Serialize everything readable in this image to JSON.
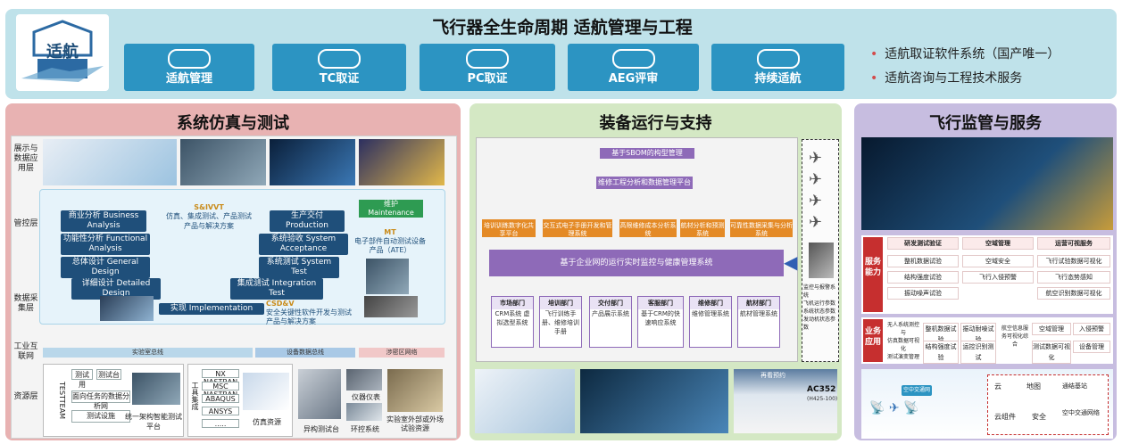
{
  "banner": {
    "title": "飞行器全生命周期 适航管理与工程",
    "logo_text": "适航",
    "tiles": [
      {
        "label": "适航管理"
      },
      {
        "label": "TC取证"
      },
      {
        "label": "PC取证"
      },
      {
        "label": "AEG评审"
      },
      {
        "label": "持续适航"
      }
    ],
    "bullets": [
      "适航取证软件系统（国产唯一）",
      "适航咨询与工程技术服务"
    ]
  },
  "panel_sim": {
    "title": "系统仿真与测试",
    "layers": [
      "展示与数据应用层",
      "管控层",
      "数据采集层",
      "工业互联网",
      "资源层"
    ],
    "steps": [
      "商业分析 Business Analysis",
      "功能性分析 Functional Analysis",
      "总体设计 General Design",
      "详细设计 Detailed Design",
      "实现 Implementation",
      "集成测试 Integration Test",
      "系统测试 System Test",
      "系统验收 System Acceptance",
      "生产交付 Production"
    ],
    "svvt_title": "S&IVVT",
    "svvt_text": "仿真、集成测试、产品测试 产品与解决方案",
    "maint_title": "维护",
    "maint_en": "Maintenance",
    "mt_title": "MT",
    "mt_text": "电子部件自动测试设备产品（ATE）",
    "csd_title": "CSD&V",
    "csd_text": "安全关键性软件开发与测试产品与解决方案",
    "bus_labels": [
      "实验室总线",
      "设备数据总线",
      "涉密区网络"
    ],
    "res_left": [
      "测试用",
      "测试台",
      "面向任务的数据分析网",
      "测试设施"
    ],
    "res_vertical": "TESTTEAM",
    "res_platform": "统一架构智能测试平台",
    "tools_title": "工具集成",
    "tools": [
      "NX NASTRAN",
      "MSC NASTRAN",
      "ABAQUS",
      "ANSYS",
      "....."
    ],
    "res_labels": [
      "仿真资源",
      "异构测试台",
      "仪器仪表",
      "环控系统",
      "实验室外部或外场试验资源"
    ]
  },
  "panel_ops": {
    "title": "装备运行与支持",
    "top_box": "基于SBOM的构型管理",
    "mid_box": "维修工程分析和数据管理平台",
    "orange": [
      "培训训练数字化共享平台",
      "交互式电子手册开发和管理系统",
      "高限维修成本分析系统",
      "航材分析和预测系统",
      "可靠性数据采集与分析系统"
    ],
    "big_bar": "基于企业网的运行实时监控与健康管理系统",
    "depts": [
      {
        "name": "市场部门",
        "items": "CRM系统 \n 虚拟选型系统"
      },
      {
        "name": "培训部门",
        "items": "飞行训练手册、维修培训手册"
      },
      {
        "name": "交付部门",
        "items": "产品展示系统"
      },
      {
        "name": "客服部门",
        "items": "基于CRM的快速响应系统"
      },
      {
        "name": "维修部门",
        "items": "维修管理系统"
      },
      {
        "name": "航材部门",
        "items": "航材管理系统"
      }
    ],
    "right_labels": [
      "监控与报警系统",
      "飞机运行参数",
      "系统状态参数",
      "发动机状态参数"
    ],
    "heli_caption": "AC352",
    "heli_sub": "(H425-100)",
    "heli_banner": "再看预约"
  },
  "panel_sup": {
    "title": "飞行监管与服务",
    "sec1": "服务能力",
    "sec2": "业务应用",
    "cap_headers": [
      "研发测试验证",
      "空域管理",
      "运营可视服务"
    ],
    "cap_rows": [
      [
        "整机数据试验",
        "空域安全",
        "飞行试验数据可视化"
      ],
      [
        "结构强度试验",
        "飞行入侵预警",
        "飞行态势感知"
      ],
      [
        "振动噪声试验",
        "",
        "航空识别数据可视化"
      ]
    ],
    "app_left": [
      "无人系统测控与",
      "仿真数据可视化",
      "测试演变管理"
    ],
    "app_mid": [
      "整机数据试验",
      "结构强度试验",
      "振动耐噪试验",
      "运控识别测试"
    ],
    "app_right_title": "航空信息服务可视化综合",
    "app_right": [
      "空域管理",
      "入侵预警",
      "测试数据可视化",
      "设备管理"
    ],
    "net": [
      "云",
      "地图",
      "通结基站",
      "云组件",
      "安全",
      "空中交通网络"
    ],
    "net_caption": "空中交通网络"
  }
}
